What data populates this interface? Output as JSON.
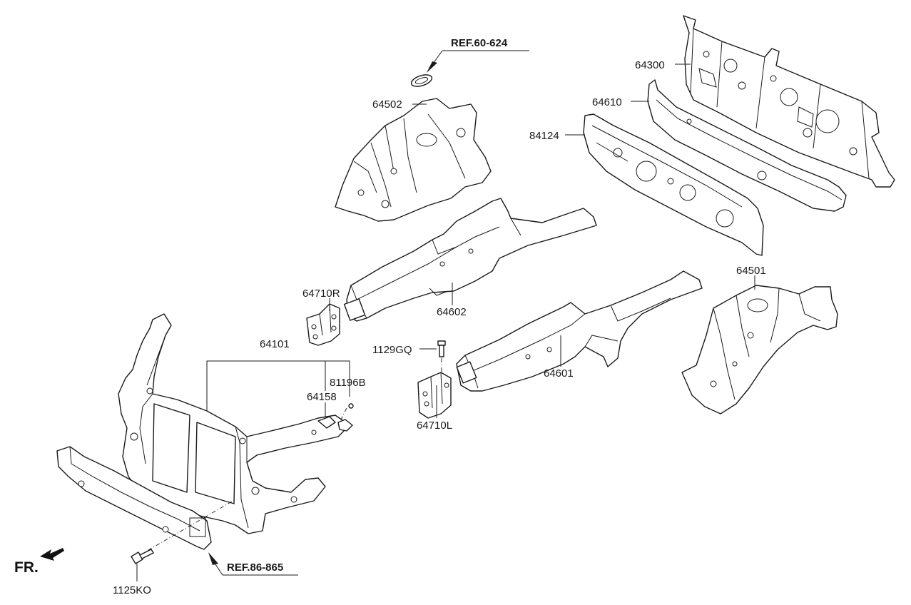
{
  "labels": {
    "p64300": "64300",
    "p64610": "64610",
    "p84124": "84124",
    "p64502": "64502",
    "p64710r": "64710R",
    "p64602": "64602",
    "p64101": "64101",
    "p81196b": "81196B",
    "p64158": "64158",
    "p1129gq": "1129GQ",
    "p64601": "64601",
    "p64710l": "64710L",
    "p64501": "64501",
    "p1125ko": "1125KO"
  },
  "references": {
    "ref_top": "REF.60-624",
    "ref_bottom": "REF.86-865"
  },
  "front_indicator": "FR."
}
